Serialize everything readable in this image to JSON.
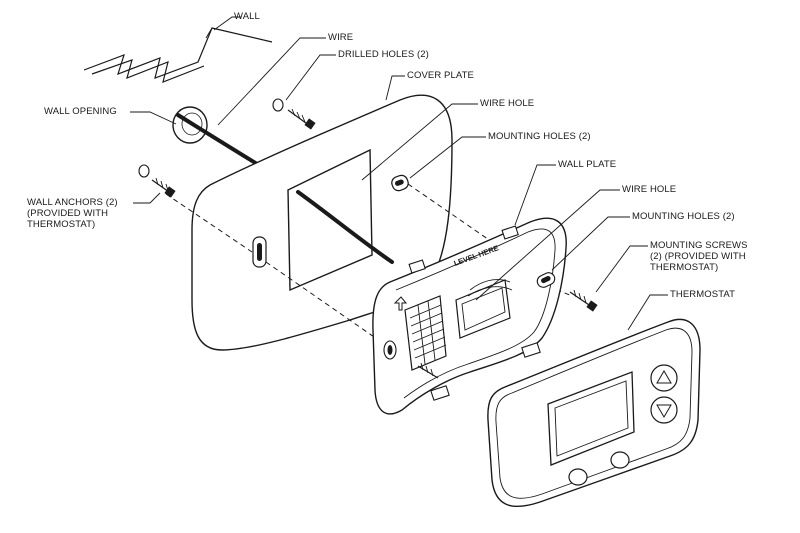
{
  "callouts": {
    "wall": "WALL",
    "wire": "WIRE",
    "drilled_holes": "DRILLED HOLES (2)",
    "cover_plate": "COVER PLATE",
    "wall_opening": "WALL OPENING",
    "wire_hole_cover": "WIRE HOLE",
    "mounting_holes_cover": "MOUNTING HOLES (2)",
    "wall_plate": "WALL PLATE",
    "wall_anchors": "WALL ANCHORS (2)\n(PROVIDED WITH\nTHERMOSTAT)",
    "wire_hole_plate": "WIRE HOLE",
    "mounting_holes_plate": "MOUNTING HOLES (2)",
    "mounting_screws": "MOUNTING SCREWS\n(2) (PROVIDED WITH\nTHERMOSTAT)",
    "thermostat": "THERMOSTAT"
  },
  "plate_text": "LEVEL HERE"
}
